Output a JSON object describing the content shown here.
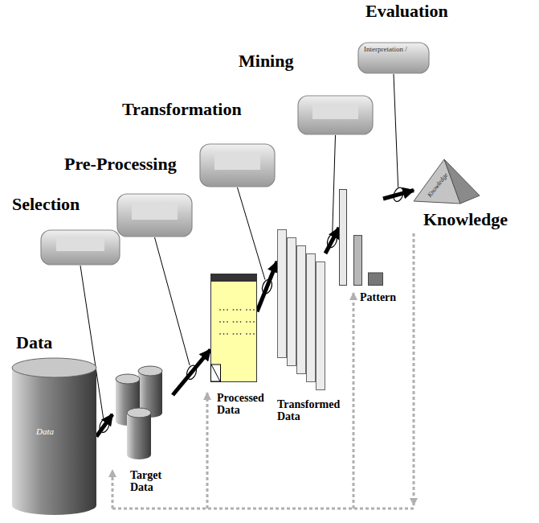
{
  "diagram": {
    "nodes": [
      {
        "text": [
          "Selection"
        ]
      },
      {
        "text": [
          "Pre-Processing"
        ]
      },
      {
        "text": [
          "Transformation"
        ]
      },
      {
        "text": [
          "Mining"
        ]
      },
      {
        "text": [
          "Evaluation",
          "Interpretation /"
        ]
      },
      {
        "text": [
          "Data",
          "Data"
        ]
      },
      {
        "text": [
          "Target Data"
        ]
      },
      {
        "text": [
          "Processed Data"
        ]
      },
      {
        "text": [
          "Transformed Data"
        ]
      },
      {
        "text": [
          "Pattern"
        ]
      },
      {
        "text": [
          "Knowledge",
          "Knowledge"
        ]
      }
    ],
    "edges": [
      {
        "from": 5,
        "to": 6,
        "arrow": "to"
      },
      {
        "from": 6,
        "to": 7,
        "arrow": "to"
      },
      {
        "from": 7,
        "to": 8,
        "arrow": "to"
      },
      {
        "from": 8,
        "to": 9,
        "arrow": "to"
      },
      {
        "from": 9,
        "to": 10,
        "arrow": "to"
      }
    ]
  }
}
